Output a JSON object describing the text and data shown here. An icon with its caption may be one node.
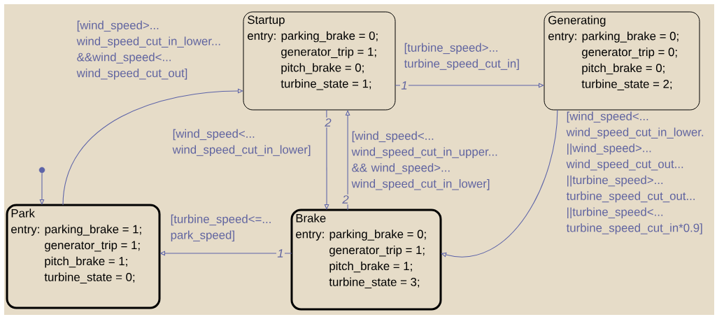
{
  "diagram": {
    "nodes": [
      {
        "text": [
          "Startup",
          "entry: parking_brake = 0;",
          "generator_trip = 1;",
          "pitch_brake = 0;",
          "turbine_state = 1;"
        ]
      },
      {
        "text": [
          "Generating",
          "entry: parking_brake = 0;",
          "generator_trip = 0;",
          "pitch_brake = 0;",
          "turbine_state = 2;"
        ]
      },
      {
        "text": [],
        "shape": "circle"
      },
      {
        "text": [
          "Park",
          "entry: parking_brake = 1;",
          "generator_trip = 1;",
          "pitch_brake = 1;",
          "turbine_state = 0;"
        ]
      },
      {
        "text": [
          "Brake",
          "entry: parking_brake = 0;",
          "generator_trip = 1;",
          "pitch_brake = 1;",
          "turbine_state = 3;"
        ]
      }
    ],
    "edges": [
      {
        "from": 2,
        "to": 3,
        "arrow": "to"
      },
      {
        "from": 3,
        "to": 0,
        "arrow": "to",
        "label": "[wind_speed>... wind_speed_cut_in_lower... &&wind_speed<... wind_speed_cut_out]"
      },
      {
        "from": 0,
        "to": 1,
        "arrow": "to",
        "label": "[turbine_speed>... turbine_speed_cut_in]"
      },
      {
        "from": 0,
        "to": 4,
        "arrow": "to",
        "label": "[wind_speed<... wind_speed_cut_in_lower]"
      },
      {
        "from": 4,
        "to": 0,
        "arrow": "to",
        "label": "[wind_speed<... wind_speed_cut_in_upper... && wind_speed>... wind_speed_cut_in_lower]"
      },
      {
        "from": 1,
        "to": 4,
        "arrow": "to",
        "label": "[wind_speed<... wind_speed_cut_in_lower. ||wind_speed>... wind_speed_cut_out... ||turbine_speed>... turbine_speed_cut_out... ||turbine_speed<... turbine_speed_cut_in*0.9]"
      },
      {
        "from": 4,
        "to": 3,
        "arrow": "to",
        "label": "[turbine_speed<=... park_speed]"
      }
    ],
    "labels": [
      "1",
      "2",
      "2",
      "1"
    ]
  }
}
